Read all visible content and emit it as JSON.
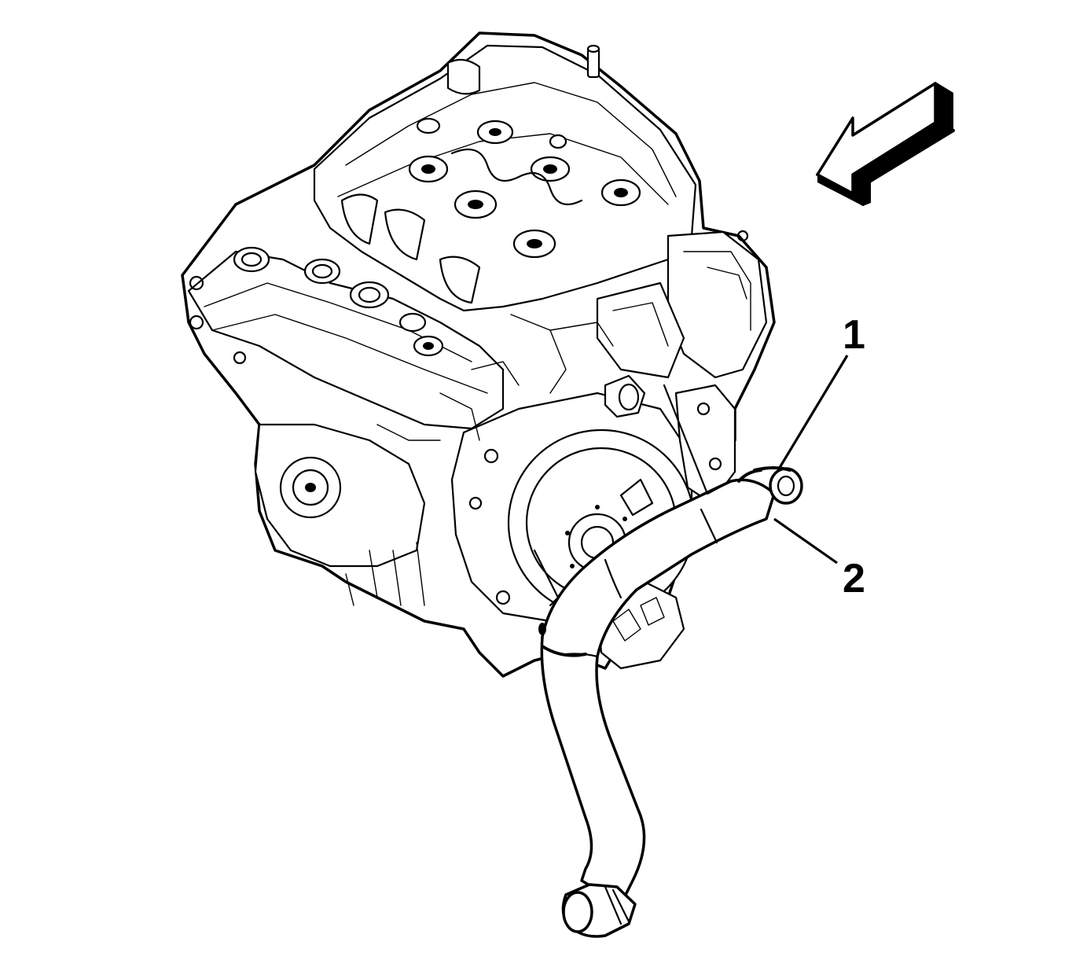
{
  "callouts": [
    {
      "id": "1",
      "label": "1",
      "part": "hose-clamp"
    },
    {
      "id": "2",
      "label": "2",
      "part": "hose"
    }
  ],
  "icons": {
    "view_arrow": "view-direction-arrow-icon"
  },
  "colors": {
    "ink": "#000000",
    "paper": "#ffffff"
  }
}
